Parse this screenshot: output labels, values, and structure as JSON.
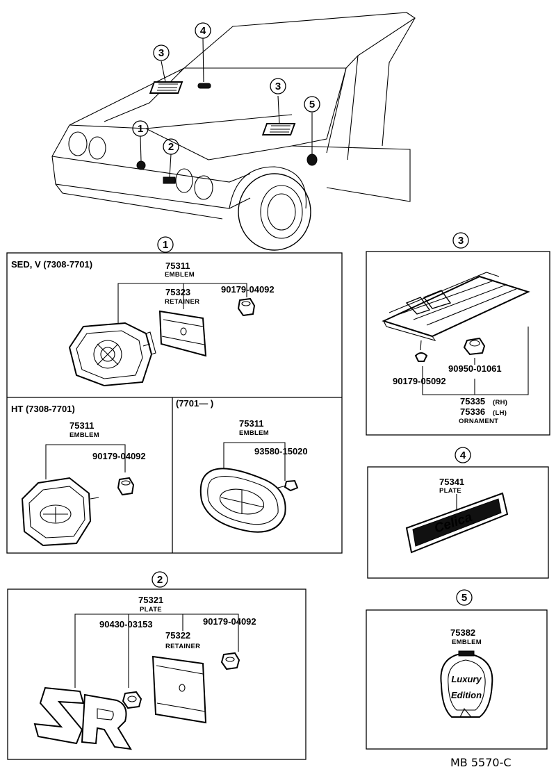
{
  "callouts": {
    "hood_left_3": "3",
    "hood_center_4": "4",
    "hood_right_3": "3",
    "fender_5": "5",
    "grille_1": "1",
    "grille_2": "2"
  },
  "section1": {
    "marker": "1",
    "sed": {
      "header": "SED, V (7308-7701)",
      "emblem_pn": "75311",
      "emblem_label": "EMBLEM",
      "retainer_pn": "75323",
      "retainer_label": "RETAINER",
      "nut_pn": "90179-04092"
    },
    "ht": {
      "header": "HT (7308-7701)",
      "emblem_pn": "75311",
      "emblem_label": "EMBLEM",
      "nut_pn": "90179-04092"
    },
    "late": {
      "header": "(7701—        )",
      "emblem_pn": "75311",
      "emblem_label": "EMBLEM",
      "screw_pn": "93580-15020"
    }
  },
  "section2": {
    "marker": "2",
    "plate_pn": "75321",
    "plate_label": "PLATE",
    "nut_pn": "90430-03153",
    "retainer_pn": "75322",
    "retainer_label": "RETAINER",
    "nut2_pn": "90179-04092"
  },
  "section3": {
    "marker": "3",
    "clip_pn": "90179-05092",
    "nut_pn": "90950-01061",
    "rh_pn": "75335",
    "rh_suffix": "(RH)",
    "lh_pn": "75336",
    "lh_suffix": "(LH)",
    "label": "ORNAMENT"
  },
  "section4": {
    "marker": "4",
    "plate_pn": "75341",
    "plate_label": "PLATE",
    "badge_text": "Celica"
  },
  "section5": {
    "marker": "5",
    "emblem_pn": "75382",
    "emblem_label": "EMBLEM",
    "badge_line1": "Luxury",
    "badge_line2": "Edition"
  },
  "footer_code": "MB 5570-C"
}
